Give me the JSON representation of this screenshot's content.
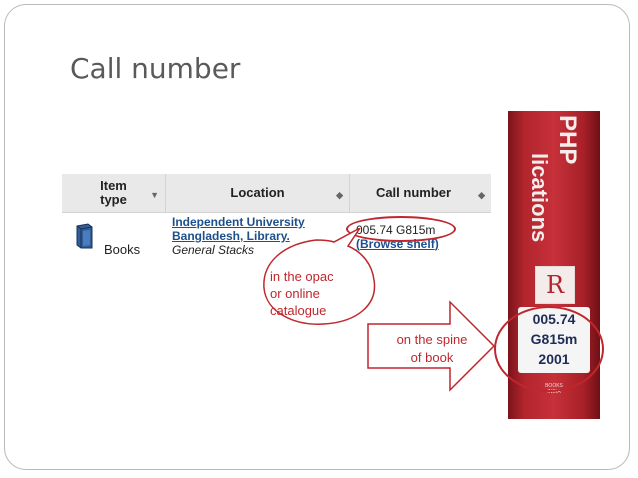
{
  "slide": {
    "title": "Call number"
  },
  "table": {
    "headers": [
      {
        "label": "Item type",
        "sort_icon": "sort-down-icon"
      },
      {
        "label": "Location",
        "sort_icon": "sort-both-icon"
      },
      {
        "label": "Call number",
        "sort_icon": "sort-both-icon"
      }
    ],
    "row": {
      "item_type": "Books",
      "location_link_line1": "Independent University",
      "location_link_line2": "Bangladesh, Library.",
      "location_stack": "General Stacks",
      "call_number": "005.74 G815m",
      "browse_open": "(",
      "browse_label": "Browse shelf",
      "browse_close": ")"
    }
  },
  "callouts": {
    "opac_line1": "in the opac",
    "opac_line2": "or online",
    "opac_line3": "catalogue",
    "spine_line1": "on the spine",
    "spine_line2": "of book"
  },
  "spine": {
    "title": "PHP",
    "subtitle": "lications",
    "publisher_mark": "R",
    "label_line1": "005.74",
    "label_line2": "G815m",
    "label_line3": "2001",
    "publisher_foot": "BOOKS INDIA"
  },
  "colors": {
    "accent_red": "#c0272d",
    "link_blue": "#1d4f8c",
    "spine_red": "#b3252d",
    "label_navy": "#1e2d55"
  }
}
